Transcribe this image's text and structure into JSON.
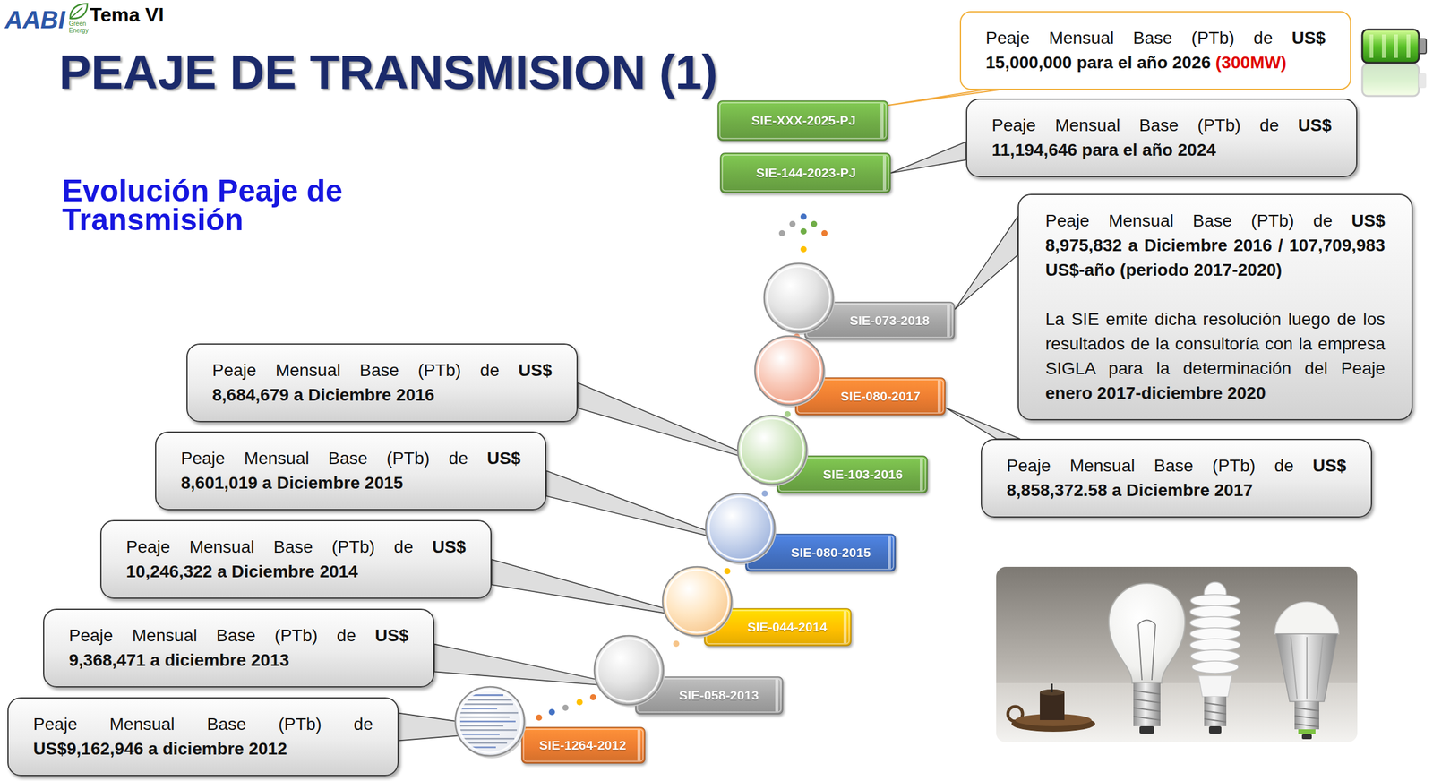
{
  "diagram": {
    "title": "PEAJE DE TRANSMISION (1)",
    "nodes": [
      {
        "text": [
          "Peaje Mensual Base (PTb) de",
          "US$ 15,000,000 para el año 2026",
          "(300MW)"
        ]
      },
      {
        "text": [
          "Peaje Mensual Base (PTb) de",
          "US$ 11,194,646 para el año 2024"
        ]
      },
      {
        "text": [
          "SIE-XXX-2025-PJ"
        ]
      },
      {
        "text": [
          "SIE-144-2023-PJ"
        ]
      },
      {
        "text": [
          "Peaje Mensual Base (PTb) de",
          "US$ 8,975,832 a Diciembre 2016 / 107,709,983 US$-año (periodo 2017-2020)",
          "La SIE emite dicha resolución luego de los resultados de la consultoría con la empresa SIGLA para la determinación del Peaje",
          "enero 2017-diciembre 2020"
        ]
      },
      {
        "text": [
          "SIE-073-2018"
        ]
      },
      {
        "text": [
          "Peaje Mensual Base (PTb) de",
          "US$ 8,684,679 a Diciembre 2016"
        ]
      },
      {
        "text": [
          "SIE-080-2017"
        ]
      },
      {
        "text": [
          "Peaje Mensual Base (PTb) de",
          "US$ 8,858,372.58 a Diciembre 2017"
        ]
      },
      {
        "text": [
          "Peaje Mensual Base (PTb) de",
          "US$ 8,601,019 a Diciembre 2015"
        ]
      },
      {
        "text": [
          "SIE-103-2016"
        ]
      },
      {
        "text": [
          "SIE-080-2015"
        ]
      },
      {
        "text": [
          "Peaje Mensual Base (PTb) de",
          "US$ 10,246,322 a Diciembre 2014"
        ]
      },
      {
        "text": [
          "SIE-044-2014"
        ]
      },
      {
        "text": [
          "Peaje Mensual Base (PTb) de",
          "US$ 9,368,471 a diciembre 2013"
        ]
      },
      {
        "text": [
          "SIE-058-2013"
        ]
      },
      {
        "text": [
          "Peaje Mensual Base (PTb) de",
          "US$9,162,946 a diciembre 2012"
        ]
      },
      {
        "text": [
          "SIE-1264-2012"
        ]
      }
    ],
    "edges": [
      {
        "from": 0,
        "to": 2,
        "arrow": "none"
      },
      {
        "from": 1,
        "to": 3,
        "arrow": "none"
      },
      {
        "from": 4,
        "to": 5,
        "arrow": "none"
      },
      {
        "from": 8,
        "to": 7,
        "arrow": "none"
      },
      {
        "from": 6,
        "to": 10,
        "arrow": "none"
      },
      {
        "from": 9,
        "to": 11,
        "arrow": "none"
      },
      {
        "from": 12,
        "to": 13,
        "arrow": "none"
      },
      {
        "from": 14,
        "to": 15,
        "arrow": "none"
      },
      {
        "from": 16,
        "to": 17,
        "arrow": "none"
      }
    ],
    "labels": [
      "AABI",
      "Green Energy",
      "Tema VI",
      "Evolución Peaje de Transmisión"
    ]
  }
}
